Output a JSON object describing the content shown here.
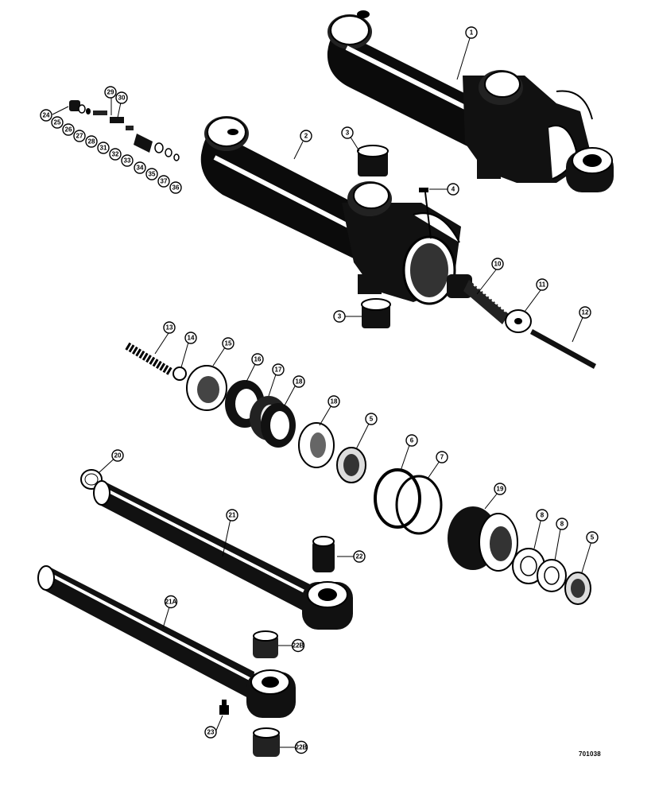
{
  "diagram": {
    "reference_number": "701038",
    "callouts": [
      {
        "id": "c1",
        "label": "1"
      },
      {
        "id": "c2",
        "label": "2"
      },
      {
        "id": "c3a",
        "label": "3"
      },
      {
        "id": "c3b",
        "label": "3"
      },
      {
        "id": "c4",
        "label": "4"
      },
      {
        "id": "c5a",
        "label": "5"
      },
      {
        "id": "c5b",
        "label": "5"
      },
      {
        "id": "c6",
        "label": "6"
      },
      {
        "id": "c7",
        "label": "7"
      },
      {
        "id": "c8a",
        "label": "8"
      },
      {
        "id": "c8b",
        "label": "8"
      },
      {
        "id": "c10",
        "label": "10"
      },
      {
        "id": "c11",
        "label": "11"
      },
      {
        "id": "c12",
        "label": "12"
      },
      {
        "id": "c13",
        "label": "13"
      },
      {
        "id": "c14",
        "label": "14"
      },
      {
        "id": "c15",
        "label": "15"
      },
      {
        "id": "c16",
        "label": "16"
      },
      {
        "id": "c17",
        "label": "17"
      },
      {
        "id": "c18a",
        "label": "18"
      },
      {
        "id": "c18b",
        "label": "18"
      },
      {
        "id": "c19",
        "label": "19"
      },
      {
        "id": "c20",
        "label": "20"
      },
      {
        "id": "c21",
        "label": "21"
      },
      {
        "id": "c22",
        "label": "22"
      },
      {
        "id": "c21a",
        "label": "21A"
      },
      {
        "id": "c22b1",
        "label": "22B"
      },
      {
        "id": "c22b2",
        "label": "22B"
      },
      {
        "id": "c23",
        "label": "23"
      },
      {
        "id": "c24",
        "label": "24"
      },
      {
        "id": "c25",
        "label": "25"
      },
      {
        "id": "c26",
        "label": "26"
      },
      {
        "id": "c27",
        "label": "27"
      },
      {
        "id": "c28",
        "label": "28"
      },
      {
        "id": "c29",
        "label": "29"
      },
      {
        "id": "c30",
        "label": "30"
      },
      {
        "id": "c31",
        "label": "31"
      },
      {
        "id": "c32",
        "label": "32"
      },
      {
        "id": "c33",
        "label": "33"
      },
      {
        "id": "c34",
        "label": "34"
      },
      {
        "id": "c35",
        "label": "35"
      },
      {
        "id": "c37",
        "label": "37"
      },
      {
        "id": "c36",
        "label": "36"
      }
    ]
  }
}
